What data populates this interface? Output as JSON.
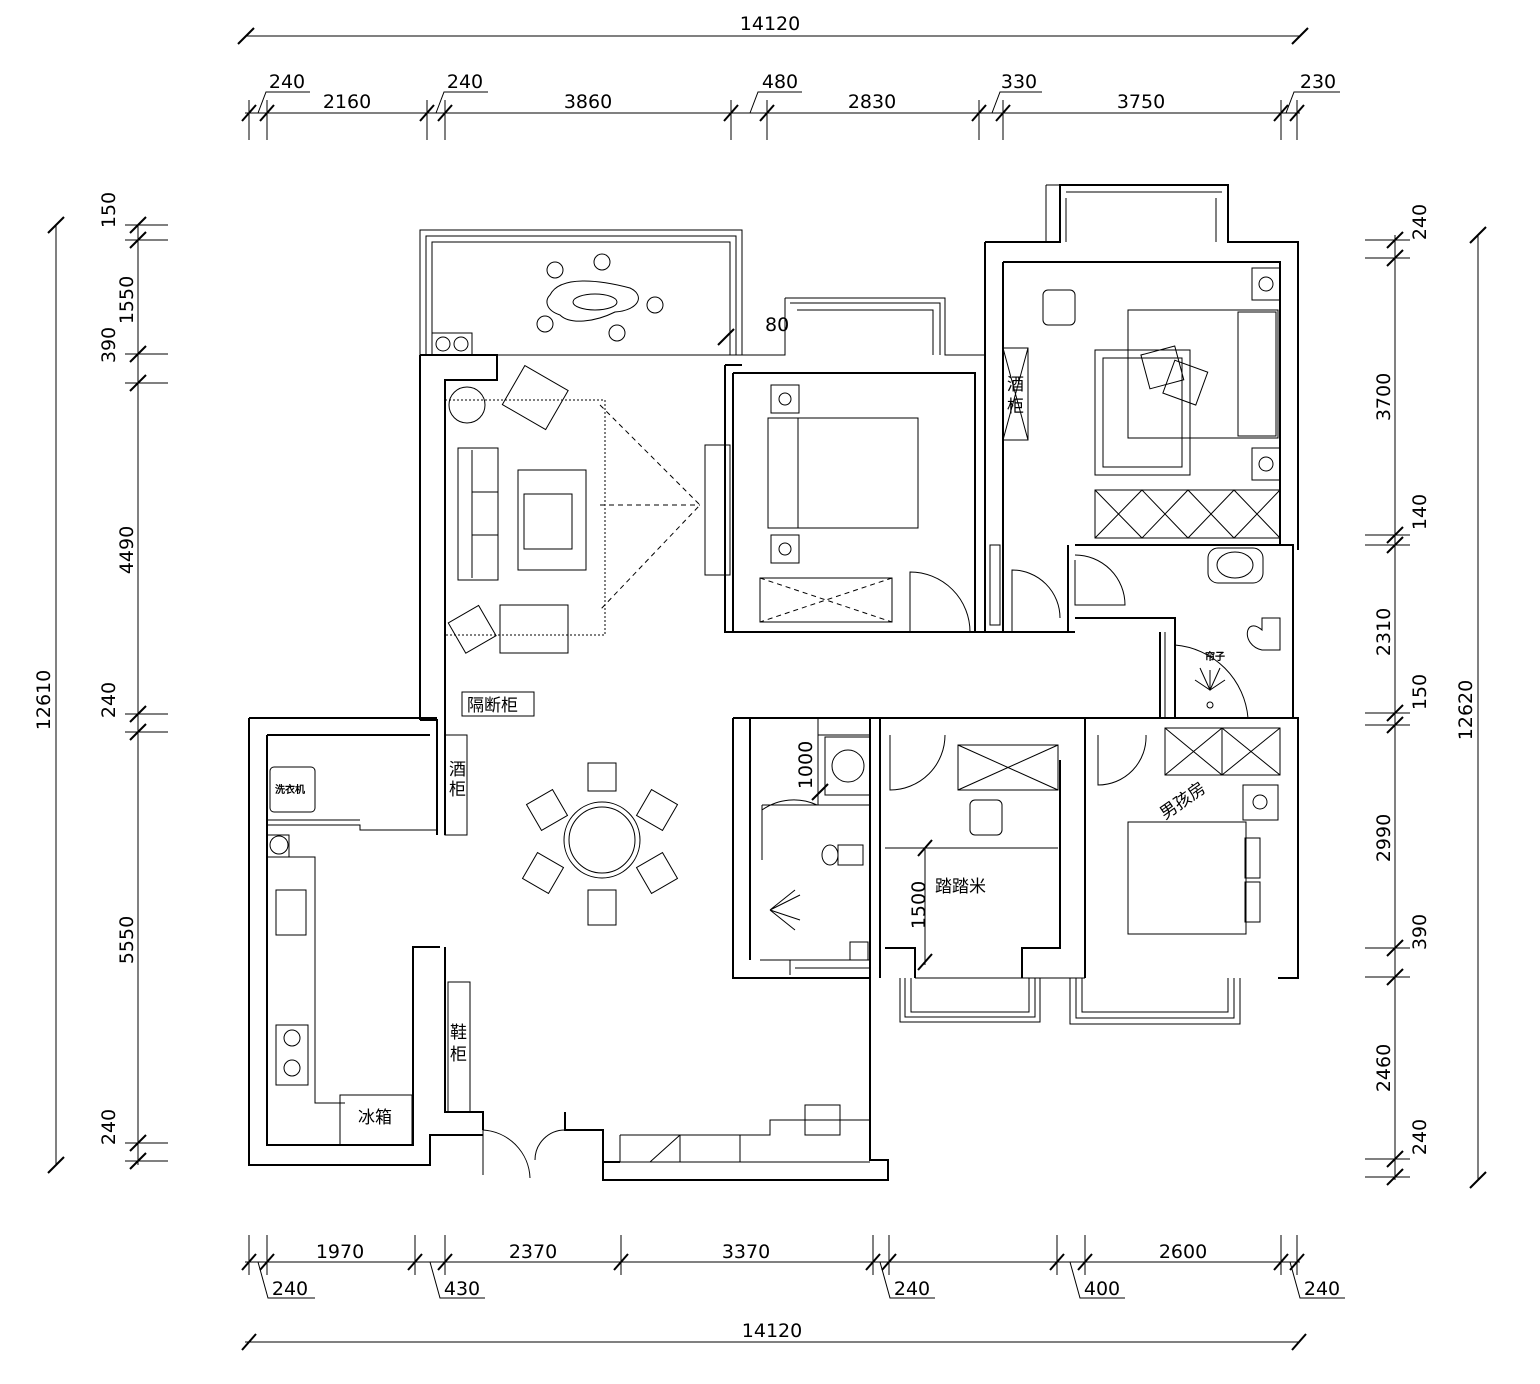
{
  "dimensions": {
    "top_total": "14120",
    "top": [
      "240",
      "2160",
      "240",
      "3860",
      "480",
      "2830",
      "330",
      "3750",
      "230"
    ],
    "left": [
      "150",
      "1550",
      "390",
      "4490",
      "240",
      "5550",
      "240"
    ],
    "left_total": "12610",
    "right": [
      "240",
      "3700",
      "140",
      "2310",
      "150",
      "2990",
      "390",
      "2460",
      "240"
    ],
    "right_total": "12620",
    "bottom_upper": [
      "1970",
      "2370",
      "3370",
      "2600"
    ],
    "bottom_lower": [
      "240",
      "430",
      "240",
      "400",
      "240"
    ],
    "bottom_total": "14120",
    "inner": {
      "balcony_step": "80",
      "bath_depth": "1000",
      "tatami_depth": "1500"
    }
  },
  "labels": {
    "partition_cabinet": "隔断柜",
    "wine_cabinet_dining": "酒柜",
    "wine_cabinet_master": "酒柜",
    "shoe_cabinet": "鞋柜",
    "fridge": "冰箱",
    "washer": "洗衣机",
    "boys_room": "男孩房",
    "tatami": "踏踏米",
    "curtain": "帘子"
  }
}
